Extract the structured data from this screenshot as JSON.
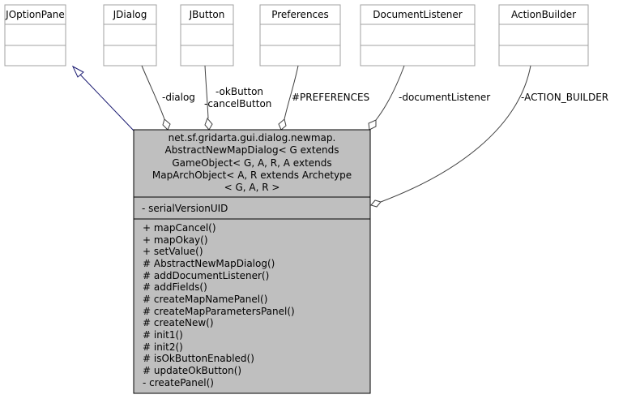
{
  "diagram": {
    "external_classes": [
      {
        "id": "joptionpane",
        "name": "JOptionPane"
      },
      {
        "id": "jdialog",
        "name": "JDialog"
      },
      {
        "id": "jbutton",
        "name": "JButton"
      },
      {
        "id": "preferences",
        "name": "Preferences"
      },
      {
        "id": "documentlistener",
        "name": "DocumentListener"
      },
      {
        "id": "actionbuilder",
        "name": "ActionBuilder"
      }
    ],
    "relations": [
      {
        "id": "generalization",
        "from": "joptionpane",
        "type": "inheritance",
        "label": ""
      },
      {
        "id": "dialog",
        "from": "jdialog",
        "type": "aggregation",
        "label": "-dialog"
      },
      {
        "id": "okbutton",
        "from": "jbutton",
        "type": "aggregation",
        "label": "-okButton"
      },
      {
        "id": "cancelbutton",
        "from": "jbutton",
        "type": "aggregation",
        "label": "-cancelButton"
      },
      {
        "id": "preferences",
        "from": "preferences",
        "type": "aggregation",
        "label": "#PREFERENCES"
      },
      {
        "id": "documentlistener",
        "from": "documentlistener",
        "type": "aggregation",
        "label": "-documentListener"
      },
      {
        "id": "actionbuilder",
        "from": "actionbuilder",
        "type": "aggregation",
        "label": "-ACTION_BUILDER"
      }
    ],
    "main_class": {
      "title_lines": [
        "net.sf.gridarta.gui.dialog.newmap.",
        "AbstractNewMapDialog< G extends",
        " GameObject< G, A, R, A extends",
        " MapArchObject< A, R extends Archetype",
        " < G, A, R >"
      ],
      "attributes": [
        "- serialVersionUID"
      ],
      "operations": [
        "+ mapCancel()",
        "+ mapOkay()",
        "+ setValue()",
        "# AbstractNewMapDialog()",
        "# addDocumentListener()",
        "# addFields()",
        "# createMapNamePanel()",
        "# createMapParametersPanel()",
        "# createNew()",
        "# init1()",
        "# init2()",
        "# isOkButtonEnabled()",
        "# updateOkButton()",
        "- createPanel()"
      ]
    }
  }
}
